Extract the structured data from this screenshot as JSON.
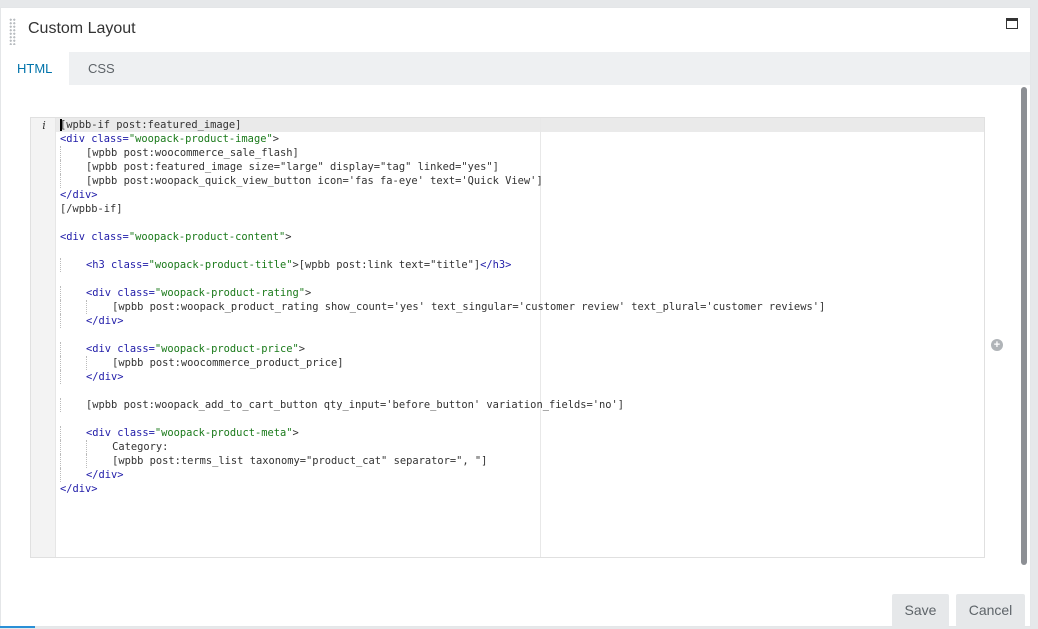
{
  "dialog": {
    "title": "Custom Layout"
  },
  "tabs": [
    {
      "label": "HTML",
      "active": true
    },
    {
      "label": "CSS",
      "active": false
    }
  ],
  "editor": {
    "gutter_info_icon": "i",
    "lines": [
      "[wpbb-if post:featured_image]",
      "<div class=\"woopack-product-image\">",
      "    [wpbb post:woocommerce_sale_flash]",
      "    [wpbb post:featured_image size=\"large\" display=\"tag\" linked=\"yes\"]",
      "    [wpbb post:woopack_quick_view_button icon='fas fa-eye' text='Quick View']",
      "</div>",
      "[/wpbb-if]",
      "",
      "<div class=\"woopack-product-content\">",
      "",
      "    <h3 class=\"woopack-product-title\">[wpbb post:link text=\"title\"]</h3>",
      "",
      "    <div class=\"woopack-product-rating\">",
      "        [wpbb post:woopack_product_rating show_count='yes' text_singular='customer review' text_plural='customer reviews']",
      "    </div>",
      "",
      "    <div class=\"woopack-product-price\">",
      "        [wpbb post:woocommerce_product_price]",
      "    </div>",
      "",
      "    [wpbb post:woopack_add_to_cart_button qty_input='before_button' variation_fields='no']",
      "",
      "    <div class=\"woopack-product-meta\">",
      "        Category:",
      "        [wpbb post:terms_list taxonomy=\"product_cat\" separator=\", \"]",
      "    </div>",
      "</div>"
    ]
  },
  "footer": {
    "save_label": "Save",
    "cancel_label": "Cancel"
  },
  "icons": {
    "drag": "drag-handle-icon",
    "maximize": "maximize-icon",
    "add": "add-circle-icon"
  },
  "colors": {
    "accent": "#0073aa",
    "tag": "#1f1ba8",
    "string": "#1a7a1a"
  }
}
